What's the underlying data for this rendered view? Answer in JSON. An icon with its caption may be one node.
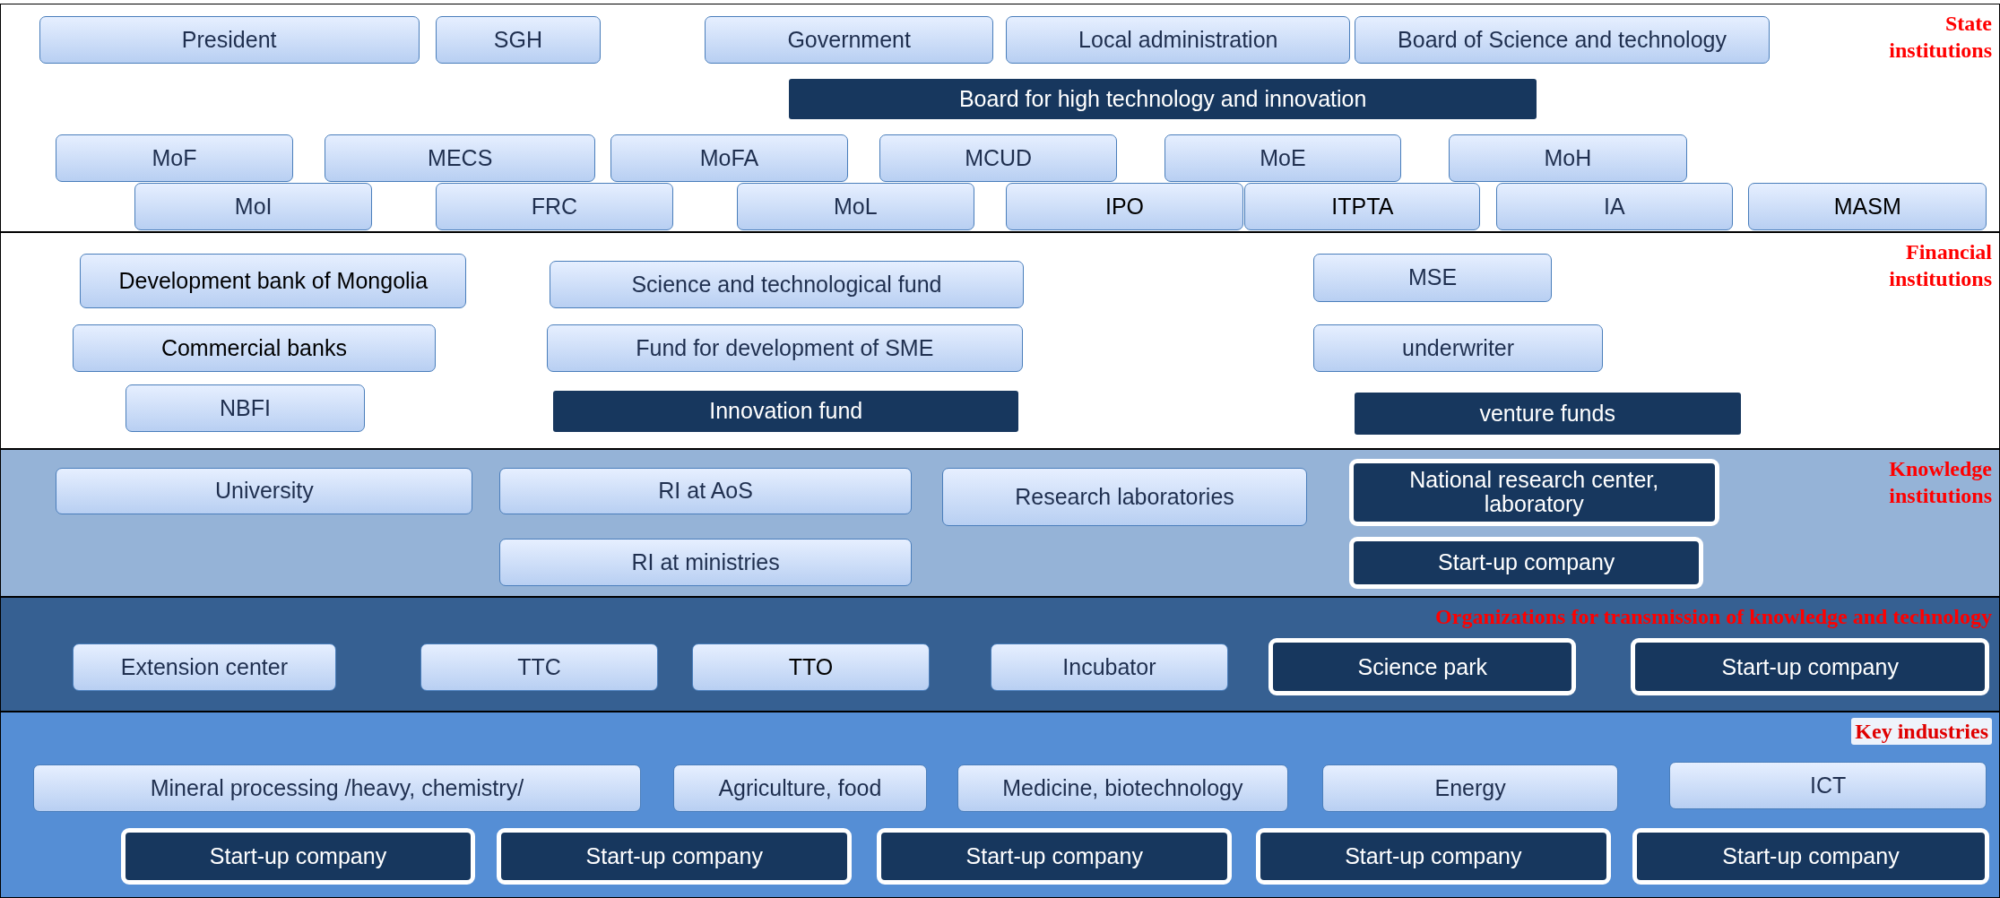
{
  "diagram": {
    "nodes": [
      {
        "text": [
          "State institutions"
        ]
      },
      {
        "text": [
          "President"
        ],
        "in": 0
      },
      {
        "text": [
          "SGH"
        ],
        "in": 0
      },
      {
        "text": [
          "Government"
        ],
        "in": 0
      },
      {
        "text": [
          "Local administration"
        ],
        "in": 0
      },
      {
        "text": [
          "Board of Science and technology"
        ],
        "in": 0
      },
      {
        "text": [
          "Board for high technology and innovation"
        ],
        "in": 0
      },
      {
        "text": [
          "MoF"
        ],
        "in": 0
      },
      {
        "text": [
          "MECS"
        ],
        "in": 0
      },
      {
        "text": [
          "MoFA"
        ],
        "in": 0
      },
      {
        "text": [
          "MCUD"
        ],
        "in": 0
      },
      {
        "text": [
          "MoE"
        ],
        "in": 0
      },
      {
        "text": [
          "MoH"
        ],
        "in": 0
      },
      {
        "text": [
          "MoI"
        ],
        "in": 0
      },
      {
        "text": [
          "FRC"
        ],
        "in": 0
      },
      {
        "text": [
          "MoL"
        ],
        "in": 0
      },
      {
        "text": [
          "IPO"
        ],
        "in": 0
      },
      {
        "text": [
          "ITPTA"
        ],
        "in": 0
      },
      {
        "text": [
          "IA"
        ],
        "in": 0
      },
      {
        "text": [
          "MASM"
        ],
        "in": 0
      },
      {
        "text": [
          "Financial institutions"
        ]
      },
      {
        "text": [
          "Development bank of Mongolia"
        ],
        "in": 20
      },
      {
        "text": [
          "Commercial banks"
        ],
        "in": 20
      },
      {
        "text": [
          "NBFI"
        ],
        "in": 20
      },
      {
        "text": [
          "Science and technological fund"
        ],
        "in": 20
      },
      {
        "text": [
          "Fund for development of SME"
        ],
        "in": 20
      },
      {
        "text": [
          "Innovation fund"
        ],
        "in": 20
      },
      {
        "text": [
          "MSE"
        ],
        "in": 20
      },
      {
        "text": [
          "underwriter"
        ],
        "in": 20
      },
      {
        "text": [
          "venture funds"
        ],
        "in": 20
      },
      {
        "text": [
          "Knowledge institutions"
        ]
      },
      {
        "text": [
          "University"
        ],
        "in": 30
      },
      {
        "text": [
          "RI at AoS"
        ],
        "in": 30
      },
      {
        "text": [
          "Research laboratories"
        ],
        "in": 30
      },
      {
        "text": [
          "National research center, laboratory"
        ],
        "in": 30
      },
      {
        "text": [
          "RI at ministries"
        ],
        "in": 30
      },
      {
        "text": [
          "Start-up company"
        ],
        "in": 30
      },
      {
        "text": [
          "Organizations for transmission of knowledge and technology"
        ]
      },
      {
        "text": [
          "Extension center"
        ],
        "in": 37
      },
      {
        "text": [
          "TTC"
        ],
        "in": 37
      },
      {
        "text": [
          "TTO"
        ],
        "in": 37
      },
      {
        "text": [
          "Incubator"
        ],
        "in": 37
      },
      {
        "text": [
          "Science park"
        ],
        "in": 37
      },
      {
        "text": [
          "Start-up company"
        ],
        "in": 37
      },
      {
        "text": [
          "Key industries"
        ]
      },
      {
        "text": [
          "Mineral processing /heavy, chemistry/"
        ],
        "in": 44
      },
      {
        "text": [
          "Agriculture, food"
        ],
        "in": 44
      },
      {
        "text": [
          "Medicine, biotechnology"
        ],
        "in": 44
      },
      {
        "text": [
          "Energy"
        ],
        "in": 44
      },
      {
        "text": [
          "ICT"
        ],
        "in": 44
      },
      {
        "text": [
          "Start-up company"
        ],
        "in": 44
      },
      {
        "text": [
          "Start-up company"
        ],
        "in": 44
      },
      {
        "text": [
          "Start-up company"
        ],
        "in": 44
      },
      {
        "text": [
          "Start-up company"
        ],
        "in": 44
      },
      {
        "text": [
          "Start-up company"
        ],
        "in": 44
      }
    ]
  }
}
